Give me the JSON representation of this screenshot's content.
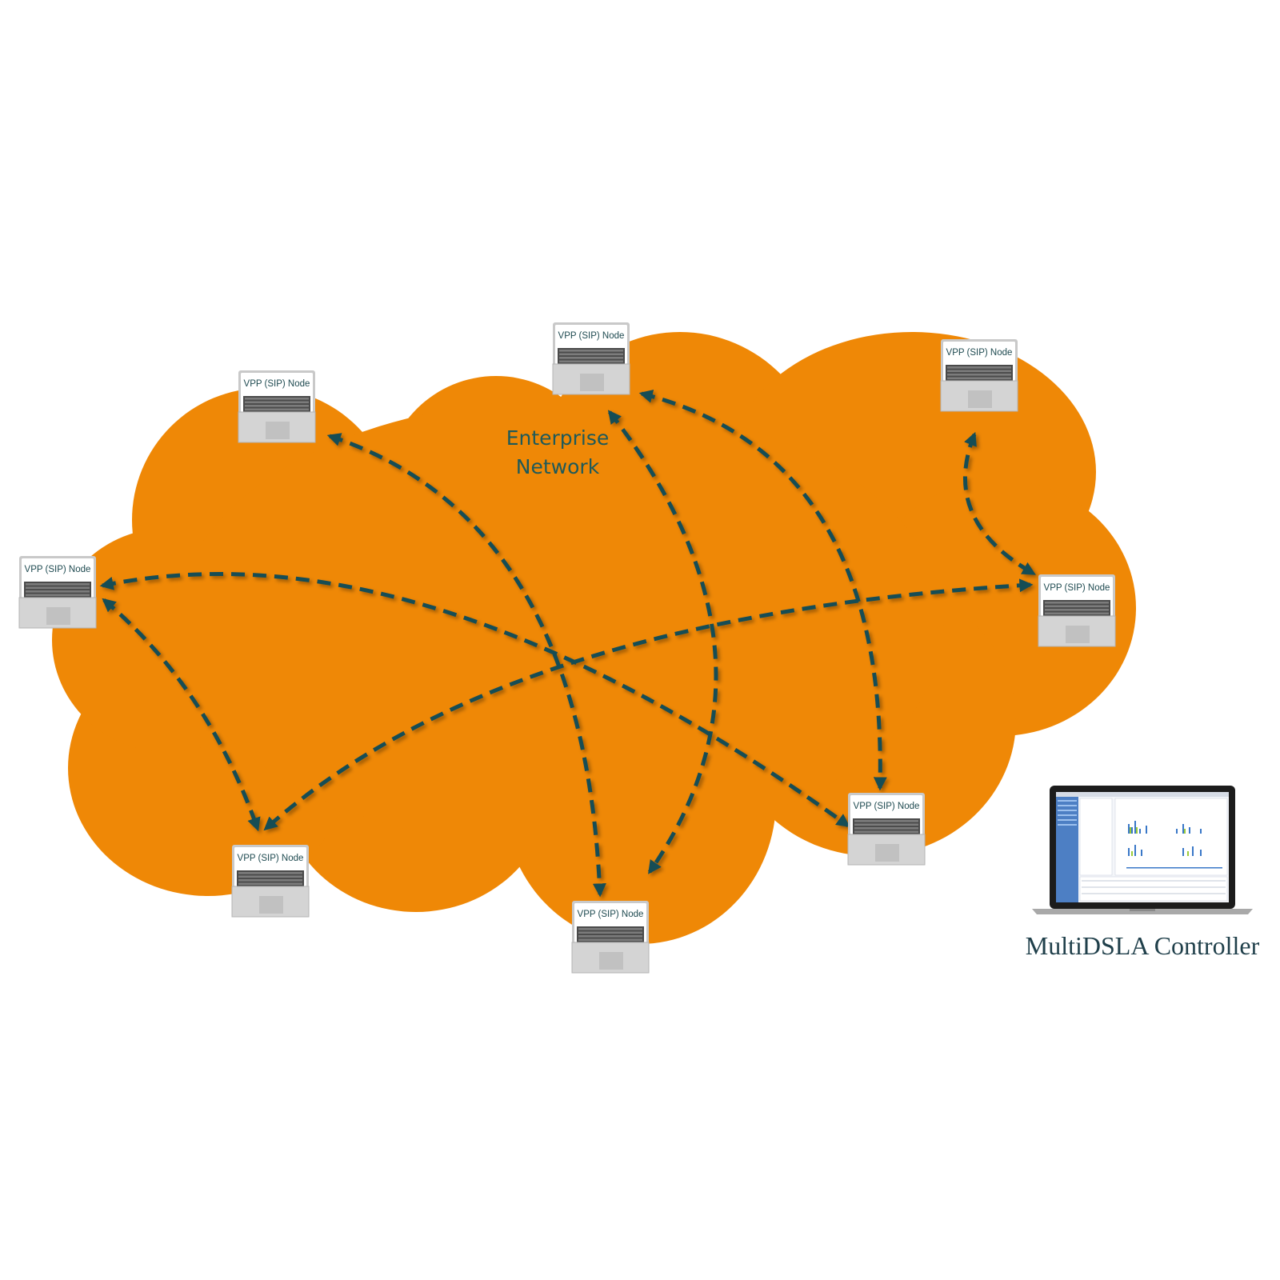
{
  "diagram": {
    "network_label_line1": "Enterprise",
    "network_label_line2": "Network",
    "node_label": "VPP (SIP) Node",
    "controller_label": "MultiDSLA Controller",
    "colors": {
      "cloud": "#ef8806",
      "link": "#174d55",
      "text": "#1e5a5a",
      "background": "#ffffff"
    },
    "nodes": [
      "VPP (SIP) Node",
      "VPP (SIP) Node",
      "VPP (SIP) Node",
      "VPP (SIP) Node",
      "VPP (SIP) Node",
      "VPP (SIP) Node",
      "VPP (SIP) Node",
      "VPP (SIP) Node"
    ],
    "link_style": "dashed bidirectional arrows"
  }
}
